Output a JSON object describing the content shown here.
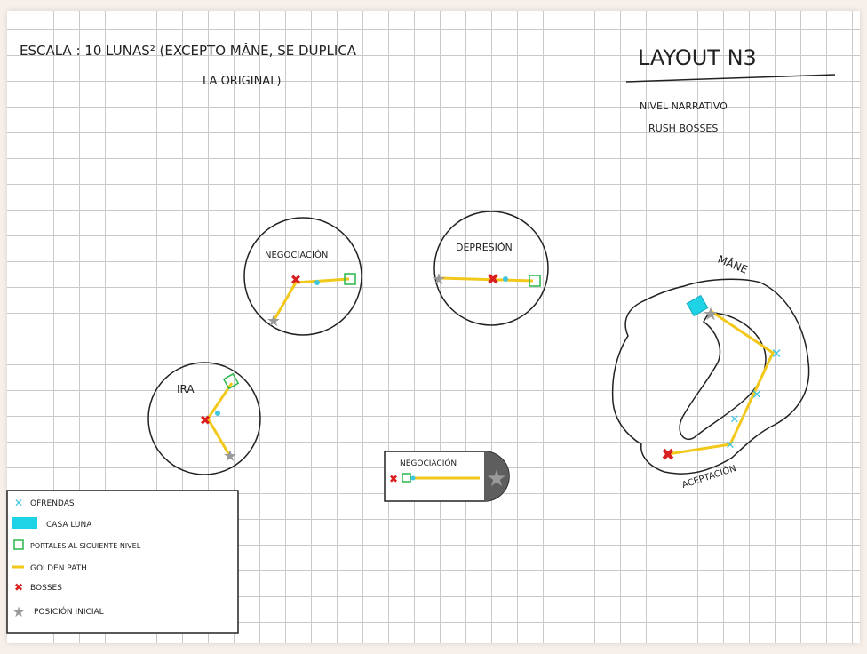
{
  "header": {
    "scale_note": "ESCALA : 10 LUNAS² (EXCEPTO MÂNE, SE DUPLICA",
    "scale_note_2": "LA ORIGINAL)",
    "layout_title": "LAYOUT  N3",
    "subtitle_1": "NIVEL NARRATIVO",
    "subtitle_2": "RUSH BOSSES"
  },
  "rooms": {
    "negociacion_circle": "NEGOCIACIÓN",
    "depresion": "DEPRESIÓN",
    "ira": "IRA",
    "negociacion_box": "NEGOCIACIÓN",
    "mane": "MÂNE",
    "aceptacion": "ACEPTACIÓN"
  },
  "legend": {
    "ofrendas": "OFRENDAS",
    "casa_luna": "CASA LUNA",
    "portales": "PORTALES AL SIGUIENTE NIVEL",
    "golden_path": "GOLDEN PATH",
    "bosses": "BOSSES",
    "posicion_inicial": "POSICIÓN INICIAL"
  },
  "colors": {
    "ofrenda": "#3ec6e0",
    "casa_luna": "#1fd3e6",
    "portal": "#29b84a",
    "golden_path": "#f2c81a",
    "boss": "#d91f1f",
    "start": "#9a9a9a"
  }
}
